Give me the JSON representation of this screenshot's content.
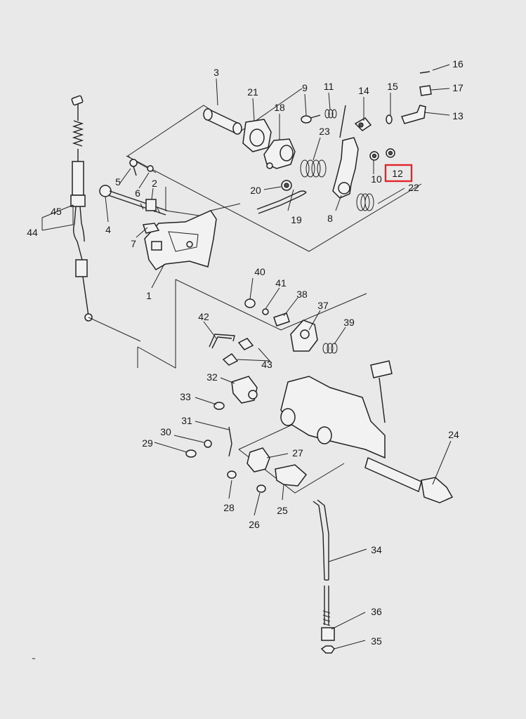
{
  "diagram": {
    "callouts": [
      "1",
      "2",
      "3",
      "4",
      "5",
      "6",
      "7",
      "8",
      "9",
      "10",
      "11",
      "12",
      "13",
      "14",
      "15",
      "16",
      "17",
      "18",
      "19",
      "20",
      "21",
      "22",
      "23",
      "24",
      "25",
      "26",
      "27",
      "28",
      "29",
      "30",
      "31",
      "32",
      "33",
      "34",
      "35",
      "36",
      "37",
      "38",
      "39",
      "40",
      "41",
      "42",
      "43",
      "44",
      "45"
    ],
    "highlighted_callout": "12",
    "highlight_color": "#e3242b",
    "line_color": "#222222",
    "background_color": "#e9e9e9"
  }
}
